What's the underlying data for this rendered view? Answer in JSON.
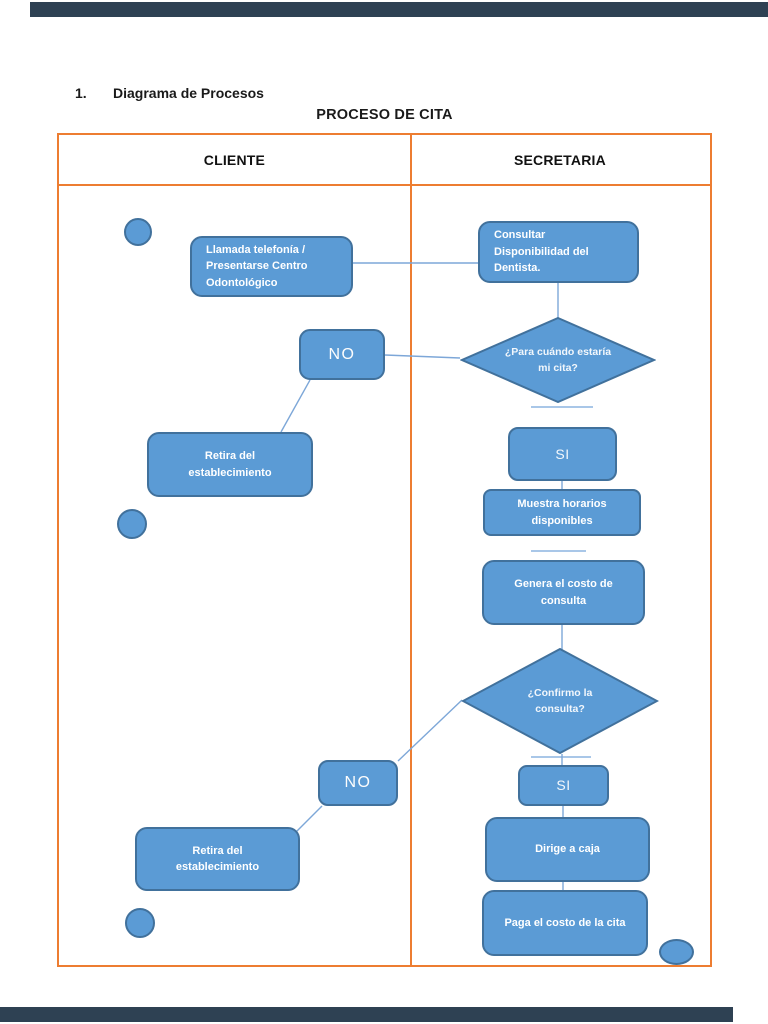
{
  "page": {
    "heading_number": "1.",
    "heading_title": "Diagrama de Procesos",
    "diagram_title": "PROCESO DE CITA"
  },
  "lanes": {
    "left_header": "CLIENTE",
    "right_header": "SECRETARIA"
  },
  "nodes": {
    "llamada": "Llamada telefonía / Presentarse Centro Odontológico",
    "consultar": "Consultar Disponibilidad del Dentista.",
    "decision_cita": "¿Para cuándo estaría mi cita?",
    "no1": "NO",
    "si1": "SI",
    "retira1": "Retira del establecimiento",
    "muestra": "Muestra horarios disponibles",
    "genera": "Genera el costo de consulta",
    "decision_confirmo": "¿Confirmo la consulta?",
    "no2": "NO",
    "si2": "SI",
    "retira2": "Retira del establecimiento",
    "dirige": "Dirige a caja",
    "paga": "Paga el costo de la cita"
  },
  "colors": {
    "shape_fill": "#5B9BD5",
    "shape_border": "#41719C",
    "connector": "#7DA7D8",
    "connector_light": "#A9C7E8",
    "table_border": "#ED7D31",
    "page_bar": "#2E4153",
    "node_text": "#FFFFFF"
  }
}
